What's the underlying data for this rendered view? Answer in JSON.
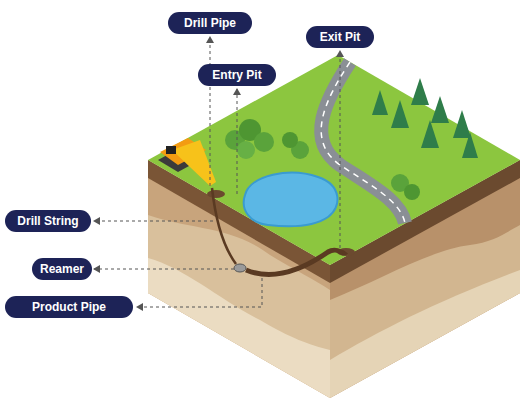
{
  "diagram": {
    "nodes": [
      {
        "text": [
          "Drill Pipe"
        ]
      },
      {
        "text": [
          "Exit Pit"
        ]
      },
      {
        "text": [
          "Entry Pit"
        ]
      },
      {
        "text": [
          "Drill String"
        ]
      },
      {
        "text": [
          "Reamer"
        ]
      },
      {
        "text": [
          "Product Pipe"
        ]
      }
    ],
    "edges": []
  }
}
